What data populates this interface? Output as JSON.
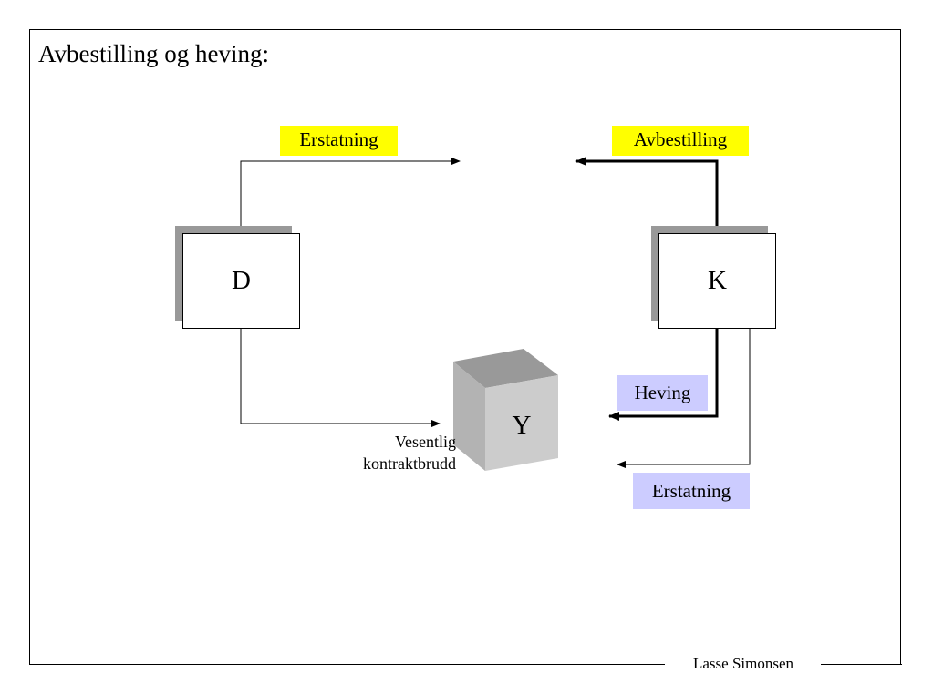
{
  "slide": {
    "title": "Avbestilling og heving:",
    "footer_author": "Lasse Simonsen"
  },
  "parties": {
    "left": "D",
    "right": "K",
    "object": "Y"
  },
  "labels": {
    "erstatning_top": "Erstatning",
    "avbestilling": "Avbestilling",
    "heving": "Heving",
    "erstatning_bottom": "Erstatning",
    "breach_line1": "Vesentlig",
    "breach_line2": "kontraktbrudd"
  },
  "colors": {
    "highlight_yellow": "#ffff00",
    "highlight_lilac": "#ccccff",
    "box_shadow": "#999999",
    "cube_top": "#999999",
    "cube_front": "#cccccc",
    "cube_side": "#bbbbbb"
  }
}
